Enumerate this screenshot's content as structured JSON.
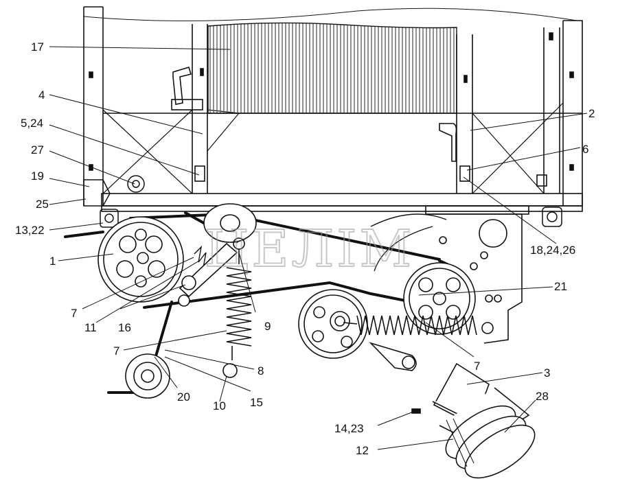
{
  "labels": [
    {
      "text": "17"
    },
    {
      "text": "4"
    },
    {
      "text": "5,24"
    },
    {
      "text": "27"
    },
    {
      "text": "19"
    },
    {
      "text": "25"
    },
    {
      "text": "13,22"
    },
    {
      "text": "1"
    },
    {
      "text": "7"
    },
    {
      "text": "11"
    },
    {
      "text": "16"
    },
    {
      "text": "7"
    },
    {
      "text": "20"
    },
    {
      "text": "10"
    },
    {
      "text": "15"
    },
    {
      "text": "8"
    },
    {
      "text": "9"
    },
    {
      "text": "2"
    },
    {
      "text": "6"
    },
    {
      "text": "18,24,26"
    },
    {
      "text": "21"
    },
    {
      "text": "7"
    },
    {
      "text": "3"
    },
    {
      "text": "28"
    },
    {
      "text": "14,23"
    },
    {
      "text": "12"
    }
  ],
  "watermark": "ЦЕЛІМ",
  "colors": {
    "line": "#111111",
    "hatch": "#555555",
    "watermark": "#9a9a9a"
  }
}
